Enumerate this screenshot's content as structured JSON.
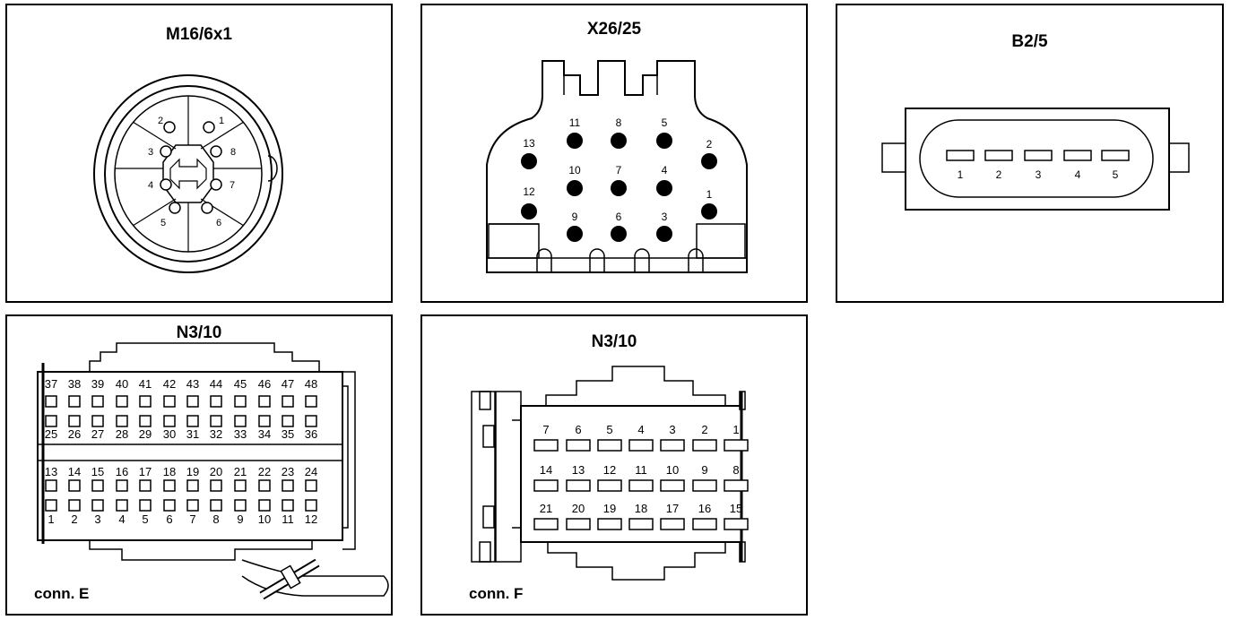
{
  "panels": {
    "m16": {
      "title": "M16/6x1",
      "pins": [
        "1",
        "2",
        "3",
        "4",
        "5",
        "6",
        "7",
        "8"
      ]
    },
    "x26": {
      "title": "X26/25",
      "pins": [
        "1",
        "2",
        "3",
        "4",
        "5",
        "6",
        "7",
        "8",
        "9",
        "10",
        "11",
        "12",
        "13"
      ]
    },
    "b25": {
      "title": "B2/5",
      "pins": [
        "1",
        "2",
        "3",
        "4",
        "5"
      ]
    },
    "n310e": {
      "title": "N3/10",
      "connector_label": "conn. E",
      "pins_upper_top": [
        "37",
        "38",
        "39",
        "40",
        "41",
        "42",
        "43",
        "44",
        "45",
        "46",
        "47",
        "48"
      ],
      "pins_upper_bottom": [
        "25",
        "26",
        "27",
        "28",
        "29",
        "30",
        "31",
        "32",
        "33",
        "34",
        "35",
        "36"
      ],
      "pins_lower_top": [
        "13",
        "14",
        "15",
        "16",
        "17",
        "18",
        "19",
        "20",
        "21",
        "22",
        "23",
        "24"
      ],
      "pins_lower_bottom": [
        "1",
        "2",
        "3",
        "4",
        "5",
        "6",
        "7",
        "8",
        "9",
        "10",
        "11",
        "12"
      ]
    },
    "n310f": {
      "title": "N3/10",
      "connector_label": "conn. F",
      "pins_row1": [
        "7",
        "6",
        "5",
        "4",
        "3",
        "2",
        "1"
      ],
      "pins_row2": [
        "14",
        "13",
        "12",
        "11",
        "10",
        "9",
        "8"
      ],
      "pins_row3": [
        "21",
        "20",
        "19",
        "18",
        "17",
        "16",
        "15"
      ]
    }
  }
}
